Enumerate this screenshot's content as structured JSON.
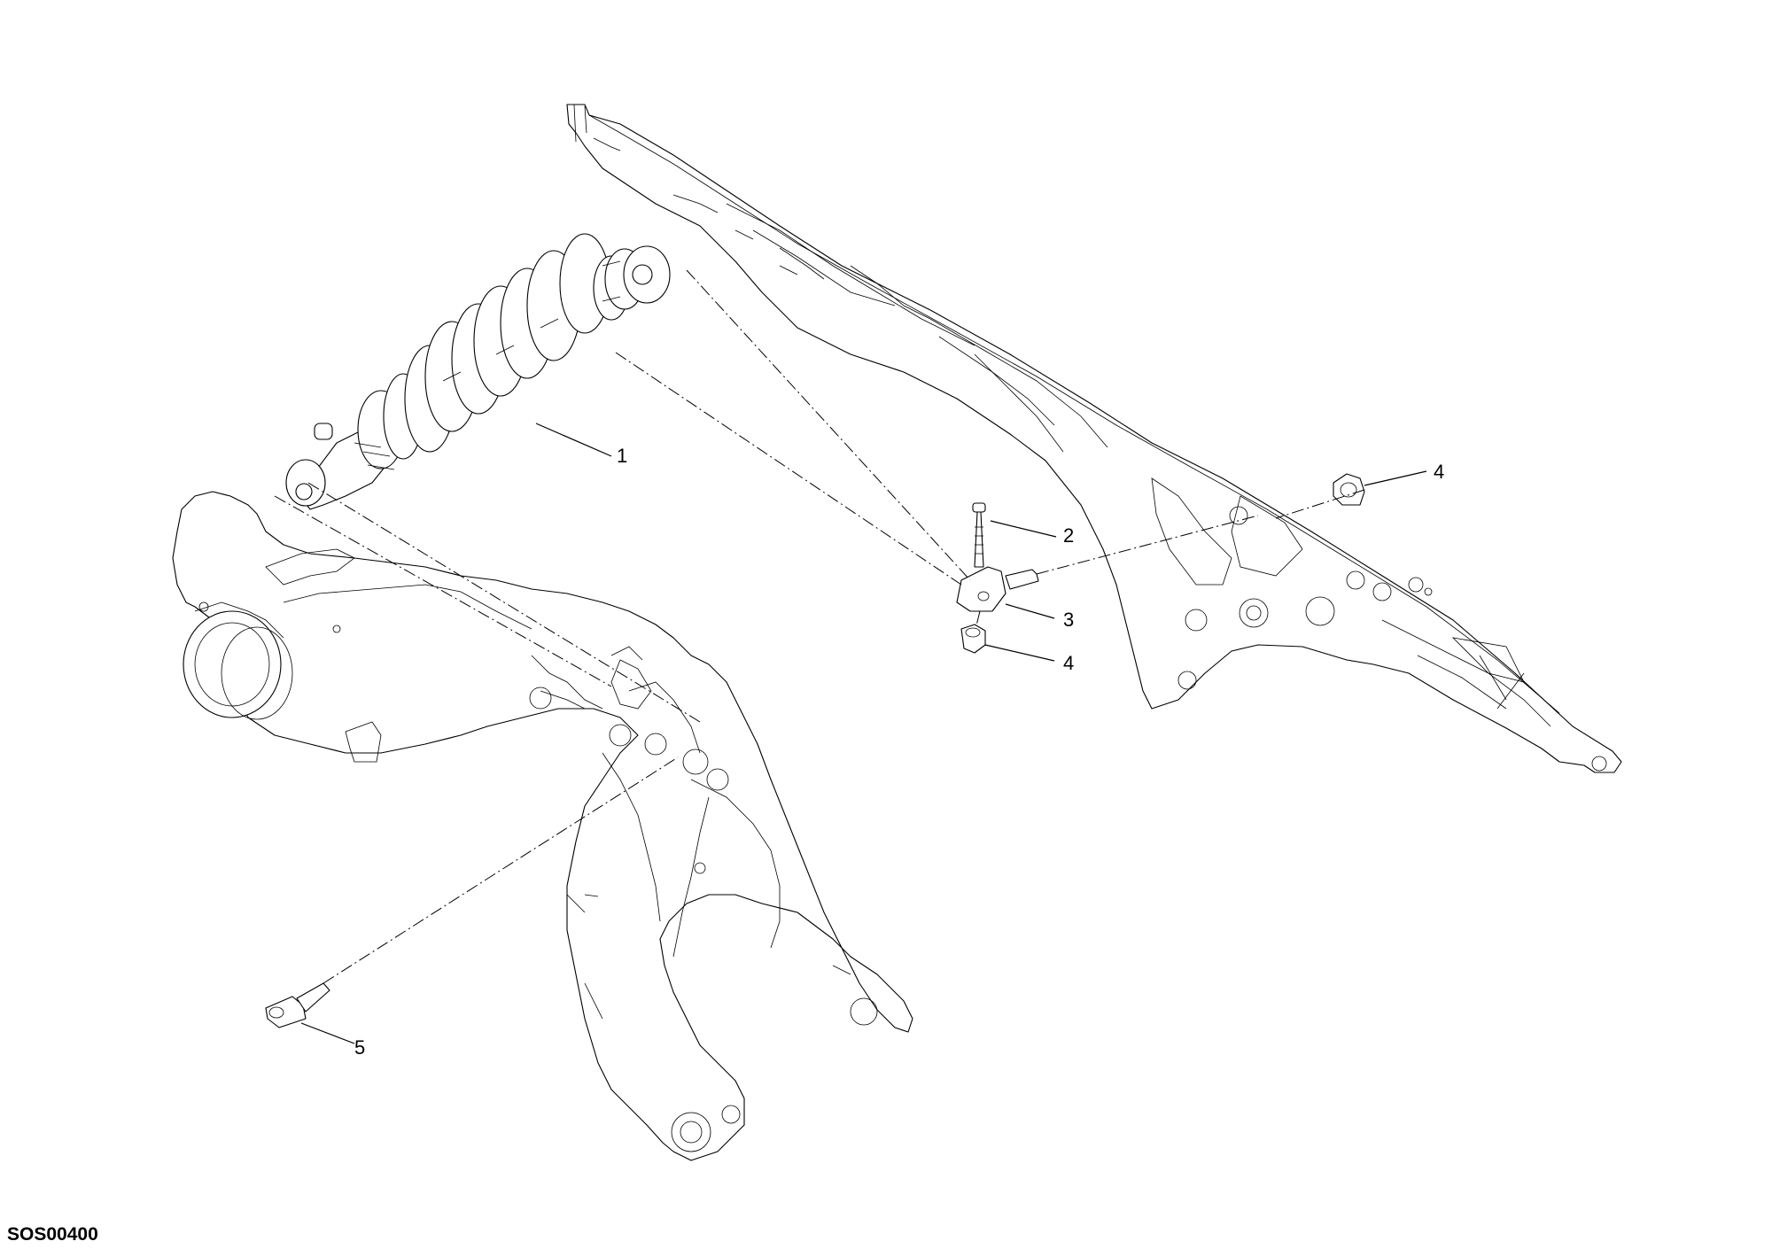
{
  "drawing_code": "SOS00400",
  "callouts": [
    {
      "id": "1",
      "part": "rear-shock-absorber"
    },
    {
      "id": "2",
      "part": "screw"
    },
    {
      "id": "3",
      "part": "bracket"
    },
    {
      "id": "4",
      "part": "nut"
    },
    {
      "id": "4",
      "part": "nut"
    },
    {
      "id": "5",
      "part": "bolt"
    }
  ],
  "colors": {
    "line": "#000000",
    "background": "#ffffff"
  }
}
